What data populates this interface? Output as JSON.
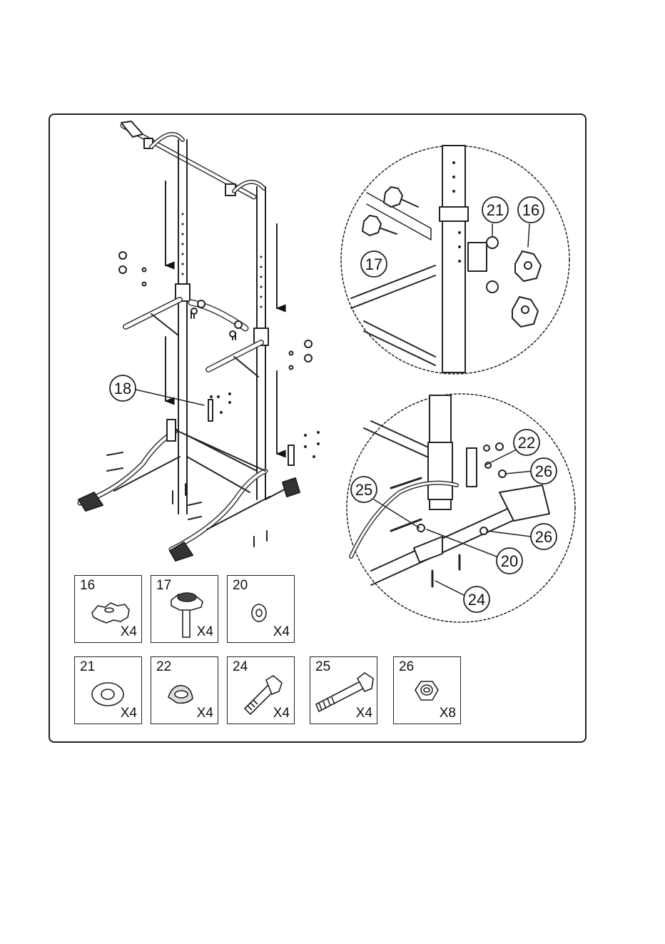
{
  "callouts": {
    "c18": "18",
    "c21": "21",
    "c16": "16",
    "c17": "17",
    "c22": "22",
    "c26a": "26",
    "c25": "25",
    "c26b": "26",
    "c20": "20",
    "c24": "24"
  },
  "parts": [
    {
      "num": "16",
      "qty": "X4"
    },
    {
      "num": "17",
      "qty": "X4"
    },
    {
      "num": "20",
      "qty": "X4"
    },
    {
      "num": "21",
      "qty": "X4"
    },
    {
      "num": "22",
      "qty": "X4"
    },
    {
      "num": "24",
      "qty": "X4"
    },
    {
      "num": "25",
      "qty": "X4"
    },
    {
      "num": "26",
      "qty": "X8"
    }
  ]
}
